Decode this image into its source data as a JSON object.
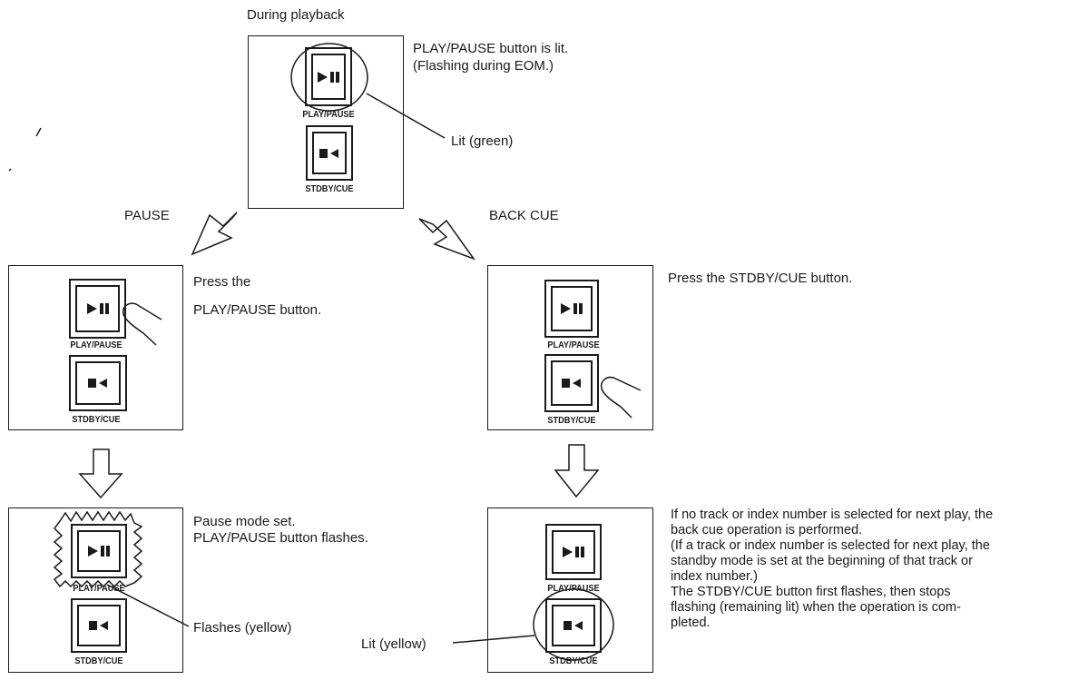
{
  "colors": {
    "ink": "#1a1a1a",
    "paper": "#ffffff"
  },
  "icons": {
    "play_pause": "play-pause-icon",
    "stop_cue": "stop-cue-icon",
    "finger": "pressing-finger-icon",
    "arrow_down": "hollow-arrow-down-icon",
    "arrow_diagonal": "hollow-arrow-diagonal-icon",
    "flash": "flash-burst-icon"
  },
  "top": {
    "heading": "During playback",
    "desc_line1": "PLAY/PAUSE button is lit.",
    "desc_line2": "(Flashing during EOM.)",
    "callout": "Lit (green)"
  },
  "branches": {
    "left": "PAUSE",
    "right": "BACK CUE"
  },
  "left_press": {
    "line1": "Press the",
    "line2": "PLAY/PAUSE button."
  },
  "right_press": {
    "text": "Press the STDBY/CUE button."
  },
  "left_result": {
    "line1": "Pause mode set.",
    "line2": "PLAY/PAUSE button flashes.",
    "callout": "Flashes (yellow)"
  },
  "right_result": {
    "callout": "Lit (yellow)",
    "lines": [
      "If no track or index number is selected for next play, the",
      "back cue operation is performed.",
      "(If a track or index number is selected for next play, the",
      "standby mode is set at the beginning of that track or",
      "index number.)",
      "The  STDBY/CUE  button  first  flashes,  then  stops",
      "flashing  (remaining  lit)  when  the  operation  is  com-",
      "pleted."
    ]
  },
  "buttons": {
    "play_pause_label": "PLAY/PAUSE",
    "stdby_cue_label": "STDBY/CUE"
  }
}
